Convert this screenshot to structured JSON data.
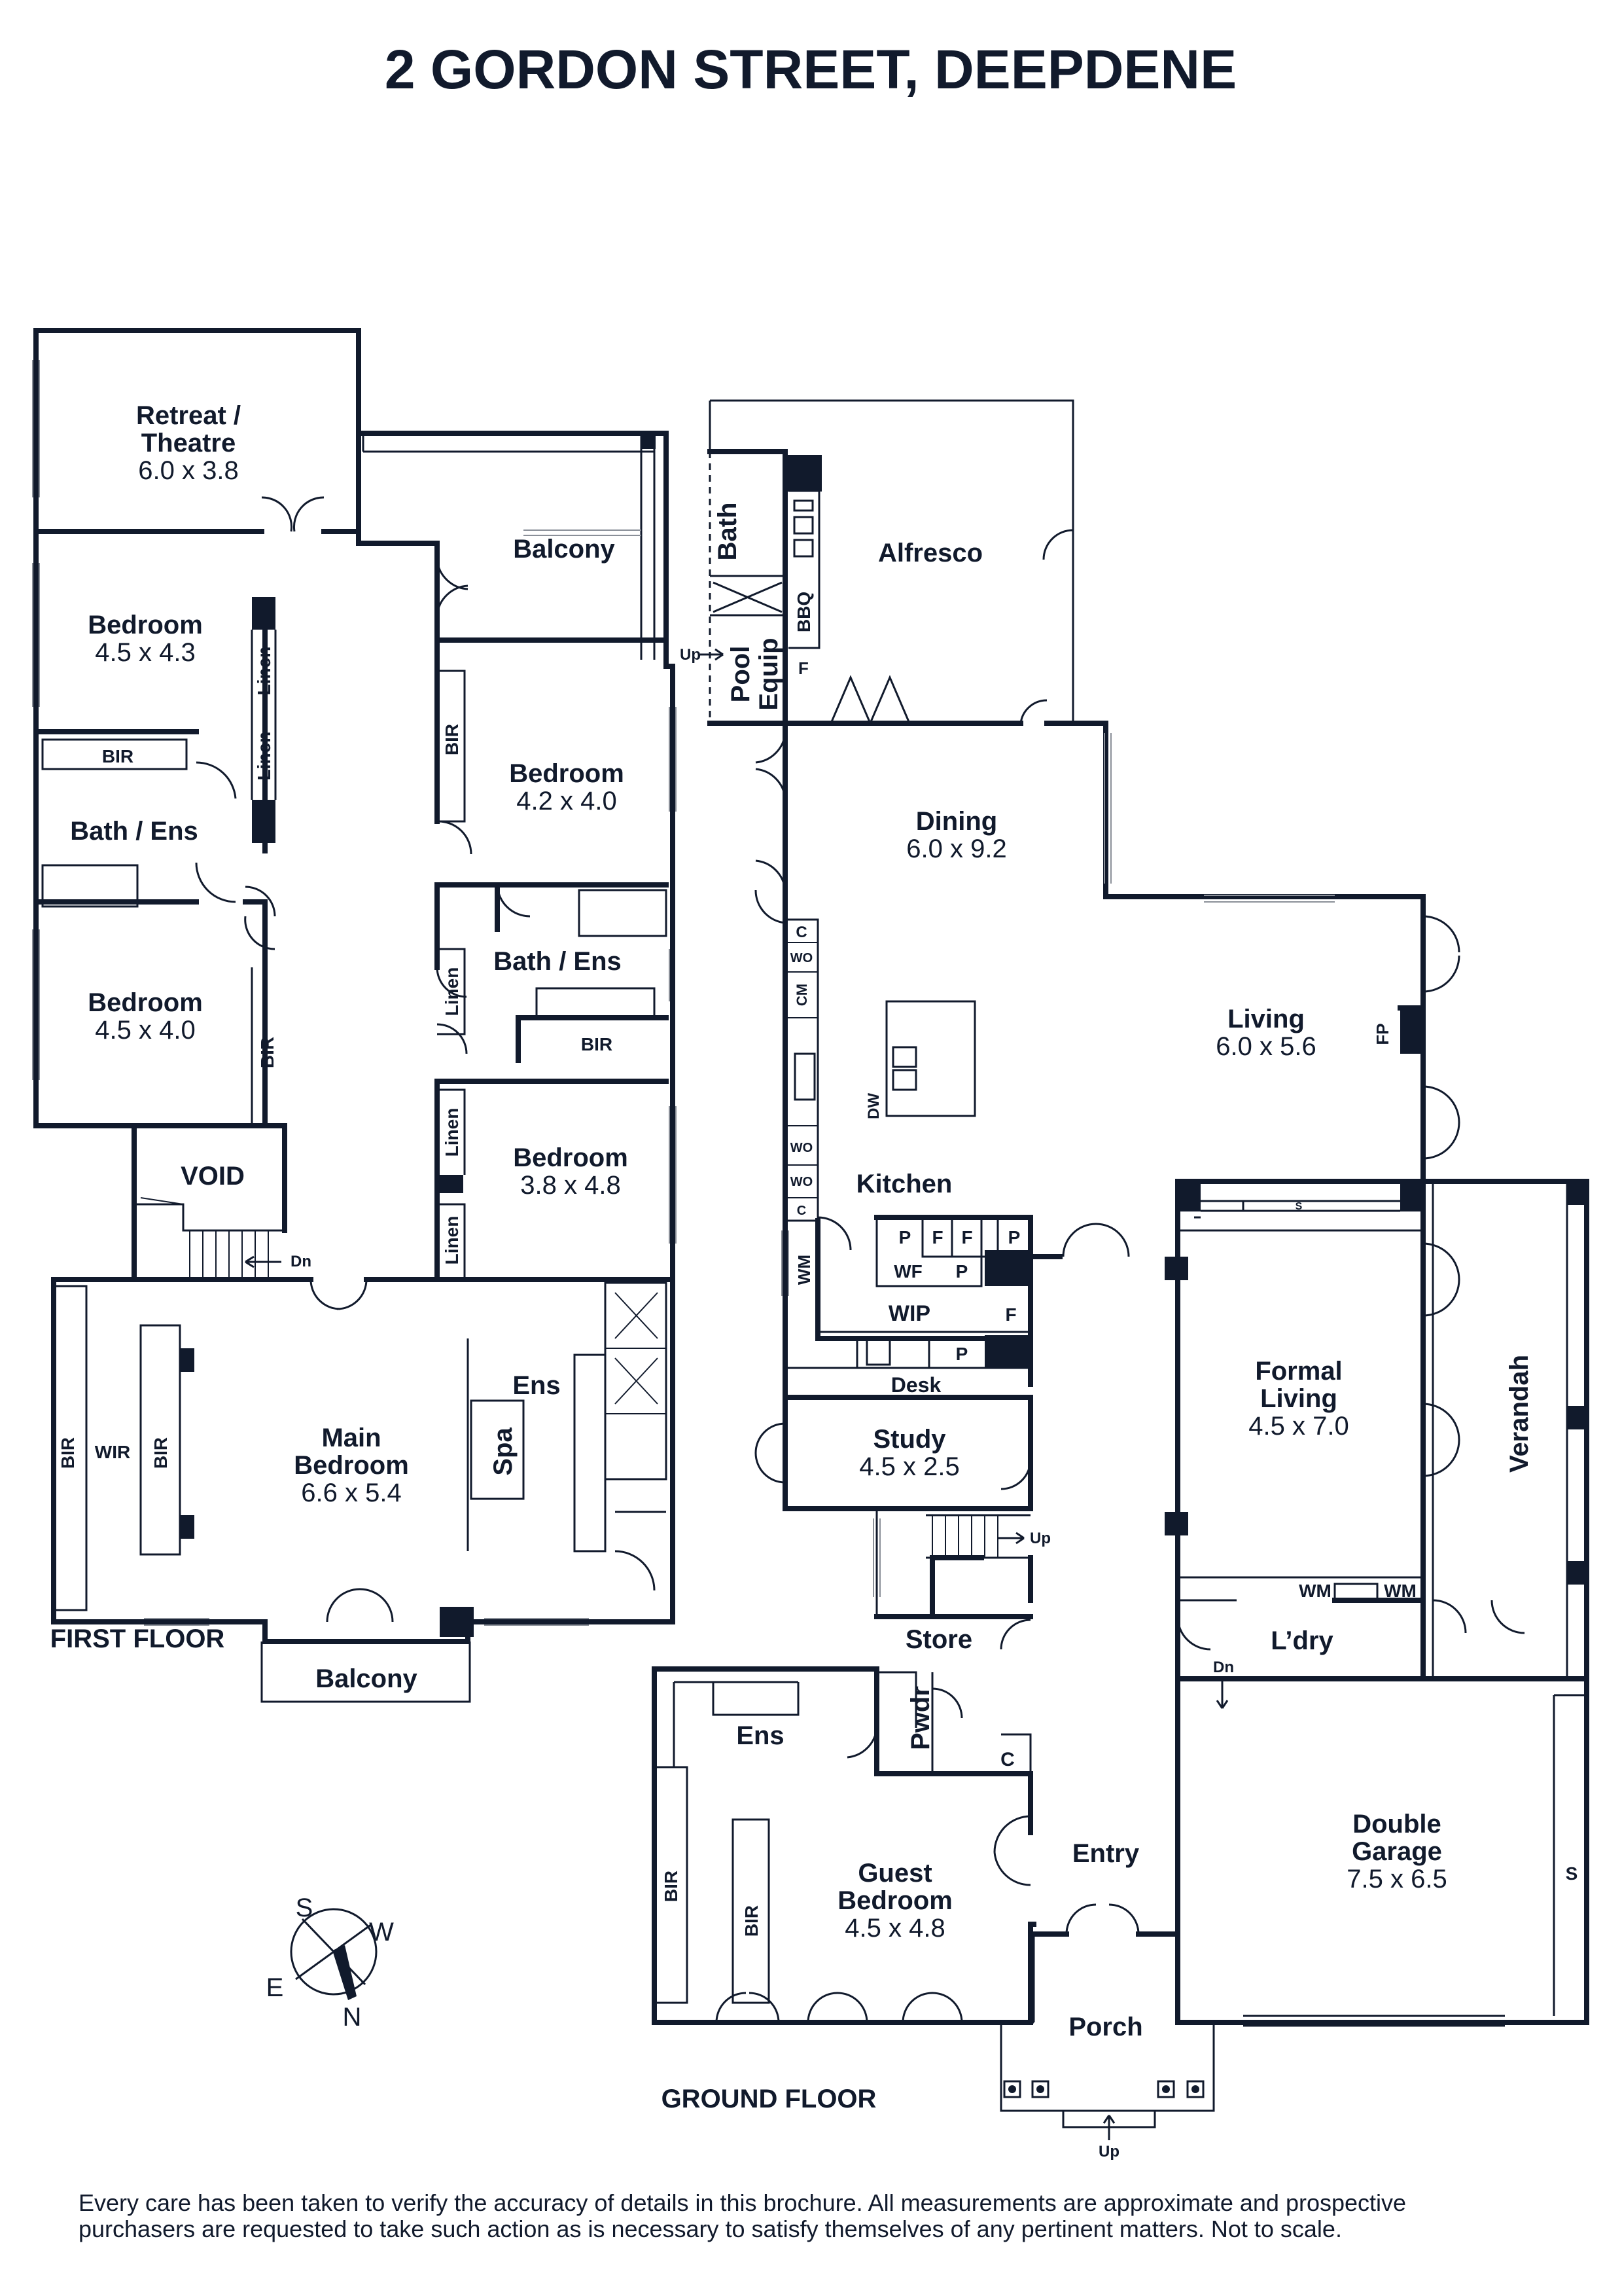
{
  "title": "2 GORDON STREET, DEEPDENE",
  "floors": {
    "first": "FIRST FLOOR",
    "ground": "GROUND FLOOR"
  },
  "rooms": {
    "retreat_name": "Retreat /",
    "retreat_name2": "Theatre",
    "retreat_dim": "6.0 x 3.8",
    "balcony_upper": "Balcony",
    "bedroom1_name": "Bedroom",
    "bedroom1_dim": "4.5 x 4.3",
    "bath_ens_1": "Bath / Ens",
    "bedroom2_name": "Bedroom",
    "bedroom2_dim": "4.5 x 4.0",
    "bedroom3_name": "Bedroom",
    "bedroom3_dim": "4.2 x 4.0",
    "bath_ens_2": "Bath / Ens",
    "bedroom4_name": "Bedroom",
    "bedroom4_dim": "3.8 x 4.8",
    "void": "VOID",
    "main_bedroom_name": "Main",
    "main_bedroom_name2": "Bedroom",
    "main_bedroom_dim": "6.6 x 5.4",
    "ens_main": "Ens",
    "balcony_lower": "Balcony",
    "alfresco": "Alfresco",
    "dining_name": "Dining",
    "dining_dim": "6.0 x 9.2",
    "living_name": "Living",
    "living_dim": "6.0 x 5.6",
    "kitchen": "Kitchen",
    "wip": "WIP",
    "desk": "Desk",
    "study_name": "Study",
    "study_dim": "4.5 x 2.5",
    "formal_name": "Formal",
    "formal_name2": "Living",
    "formal_dim": "4.5 x 7.0",
    "verandah": "Verandah",
    "laundry": "L’dry",
    "store": "Store",
    "ens_guest": "Ens",
    "powder": "Pwdr",
    "guest_name": "Guest",
    "guest_name2": "Bedroom",
    "guest_dim": "4.5 x 4.8",
    "entry": "Entry",
    "porch": "Porch",
    "garage_name": "Double",
    "garage_name2": "Garage",
    "garage_dim": "7.5 x 6.5"
  },
  "fixtures": {
    "bir": "BIR",
    "linen": "Linen",
    "wir": "WIR",
    "spa": "Spa",
    "bath": "Bath",
    "bbq": "BBQ",
    "pool_equip": "Pool",
    "pool_equip2": "Equip",
    "f": "F",
    "up": "Up",
    "dn": "Dn",
    "c": "C",
    "wo": "WO",
    "cm": "CM",
    "dw": "DW",
    "fp": "FP",
    "s": "S",
    "p": "P",
    "wf": "WF",
    "wm": "WM"
  },
  "compass": {
    "s": "S",
    "w": "W",
    "e": "E",
    "n": "N"
  },
  "disclaimer_1": "Every care has been taken to verify the accuracy of details in this brochure. All measurements are approximate and prospective",
  "disclaimer_2": "purchasers are requested to take such action as is necessary to satisfy themselves of any pertinent matters. Not to scale."
}
